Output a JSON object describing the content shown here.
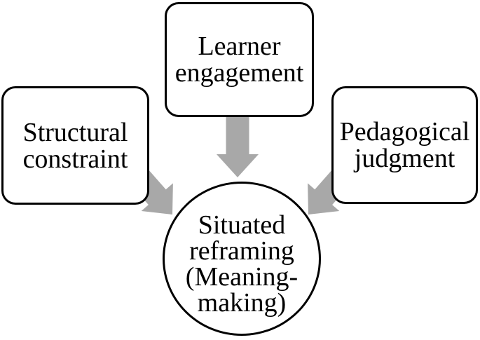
{
  "figure": {
    "type": "concept-diagram",
    "description": "Three factor boxes converge with arrows on a central circle",
    "colors": {
      "arrow": "#a8a8a8",
      "border": "#000000",
      "text": "#000000",
      "background": "#ffffff"
    },
    "nodes": {
      "structural": {
        "lines": [
          "Structural",
          "constraint"
        ]
      },
      "learner": {
        "lines": [
          "Learner",
          "engagement"
        ]
      },
      "pedagogical": {
        "lines": [
          "Pedagogical",
          "judgment"
        ]
      },
      "center": {
        "lines": [
          "Situated",
          "reframing",
          "(Meaning-",
          "making)"
        ]
      }
    },
    "edges": [
      {
        "from": "structural",
        "to": "center"
      },
      {
        "from": "learner",
        "to": "center"
      },
      {
        "from": "pedagogical",
        "to": "center"
      }
    ]
  }
}
